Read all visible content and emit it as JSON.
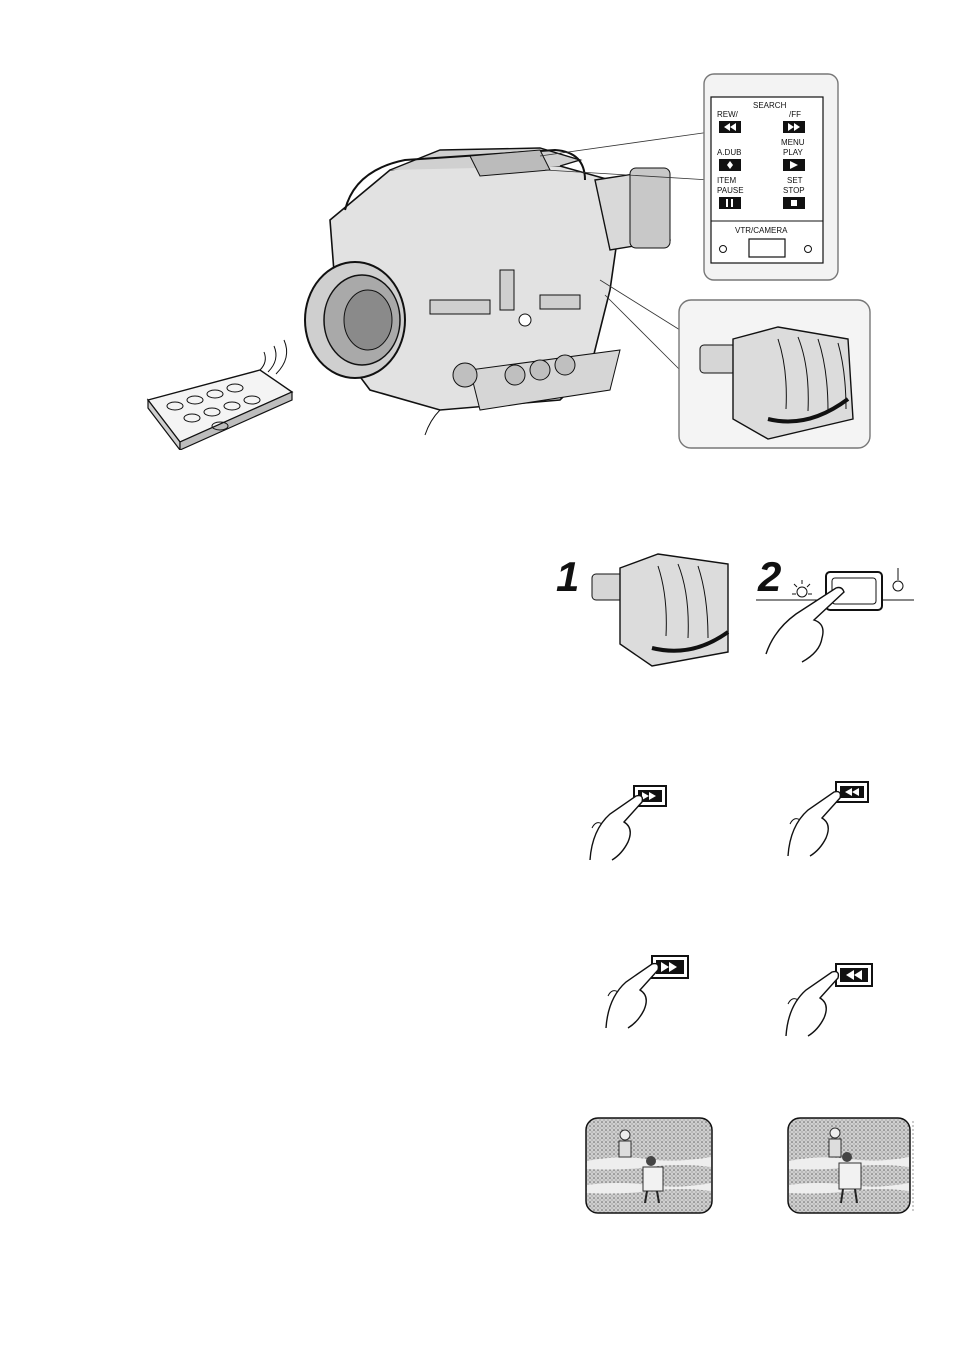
{
  "control_panel": {
    "search_label": "SEARCH",
    "rew_label": "REW/",
    "ff_label": "/FF",
    "adub_label": "A.DUB",
    "menu_label": "MENU",
    "play_label": "PLAY",
    "item_label": "ITEM",
    "pause_label": "PAUSE",
    "set_label": "SET",
    "stop_label": "STOP",
    "vtr_camera_label": "VTR/CAMERA"
  },
  "steps": {
    "step1": "1",
    "step2": "2"
  },
  "icons": {
    "remote": "remote-control-icon",
    "camcorder": "camcorder-icon",
    "hand": "pointing-hand-icon",
    "ff": "fast-forward-icon",
    "rew": "rewind-icon"
  }
}
